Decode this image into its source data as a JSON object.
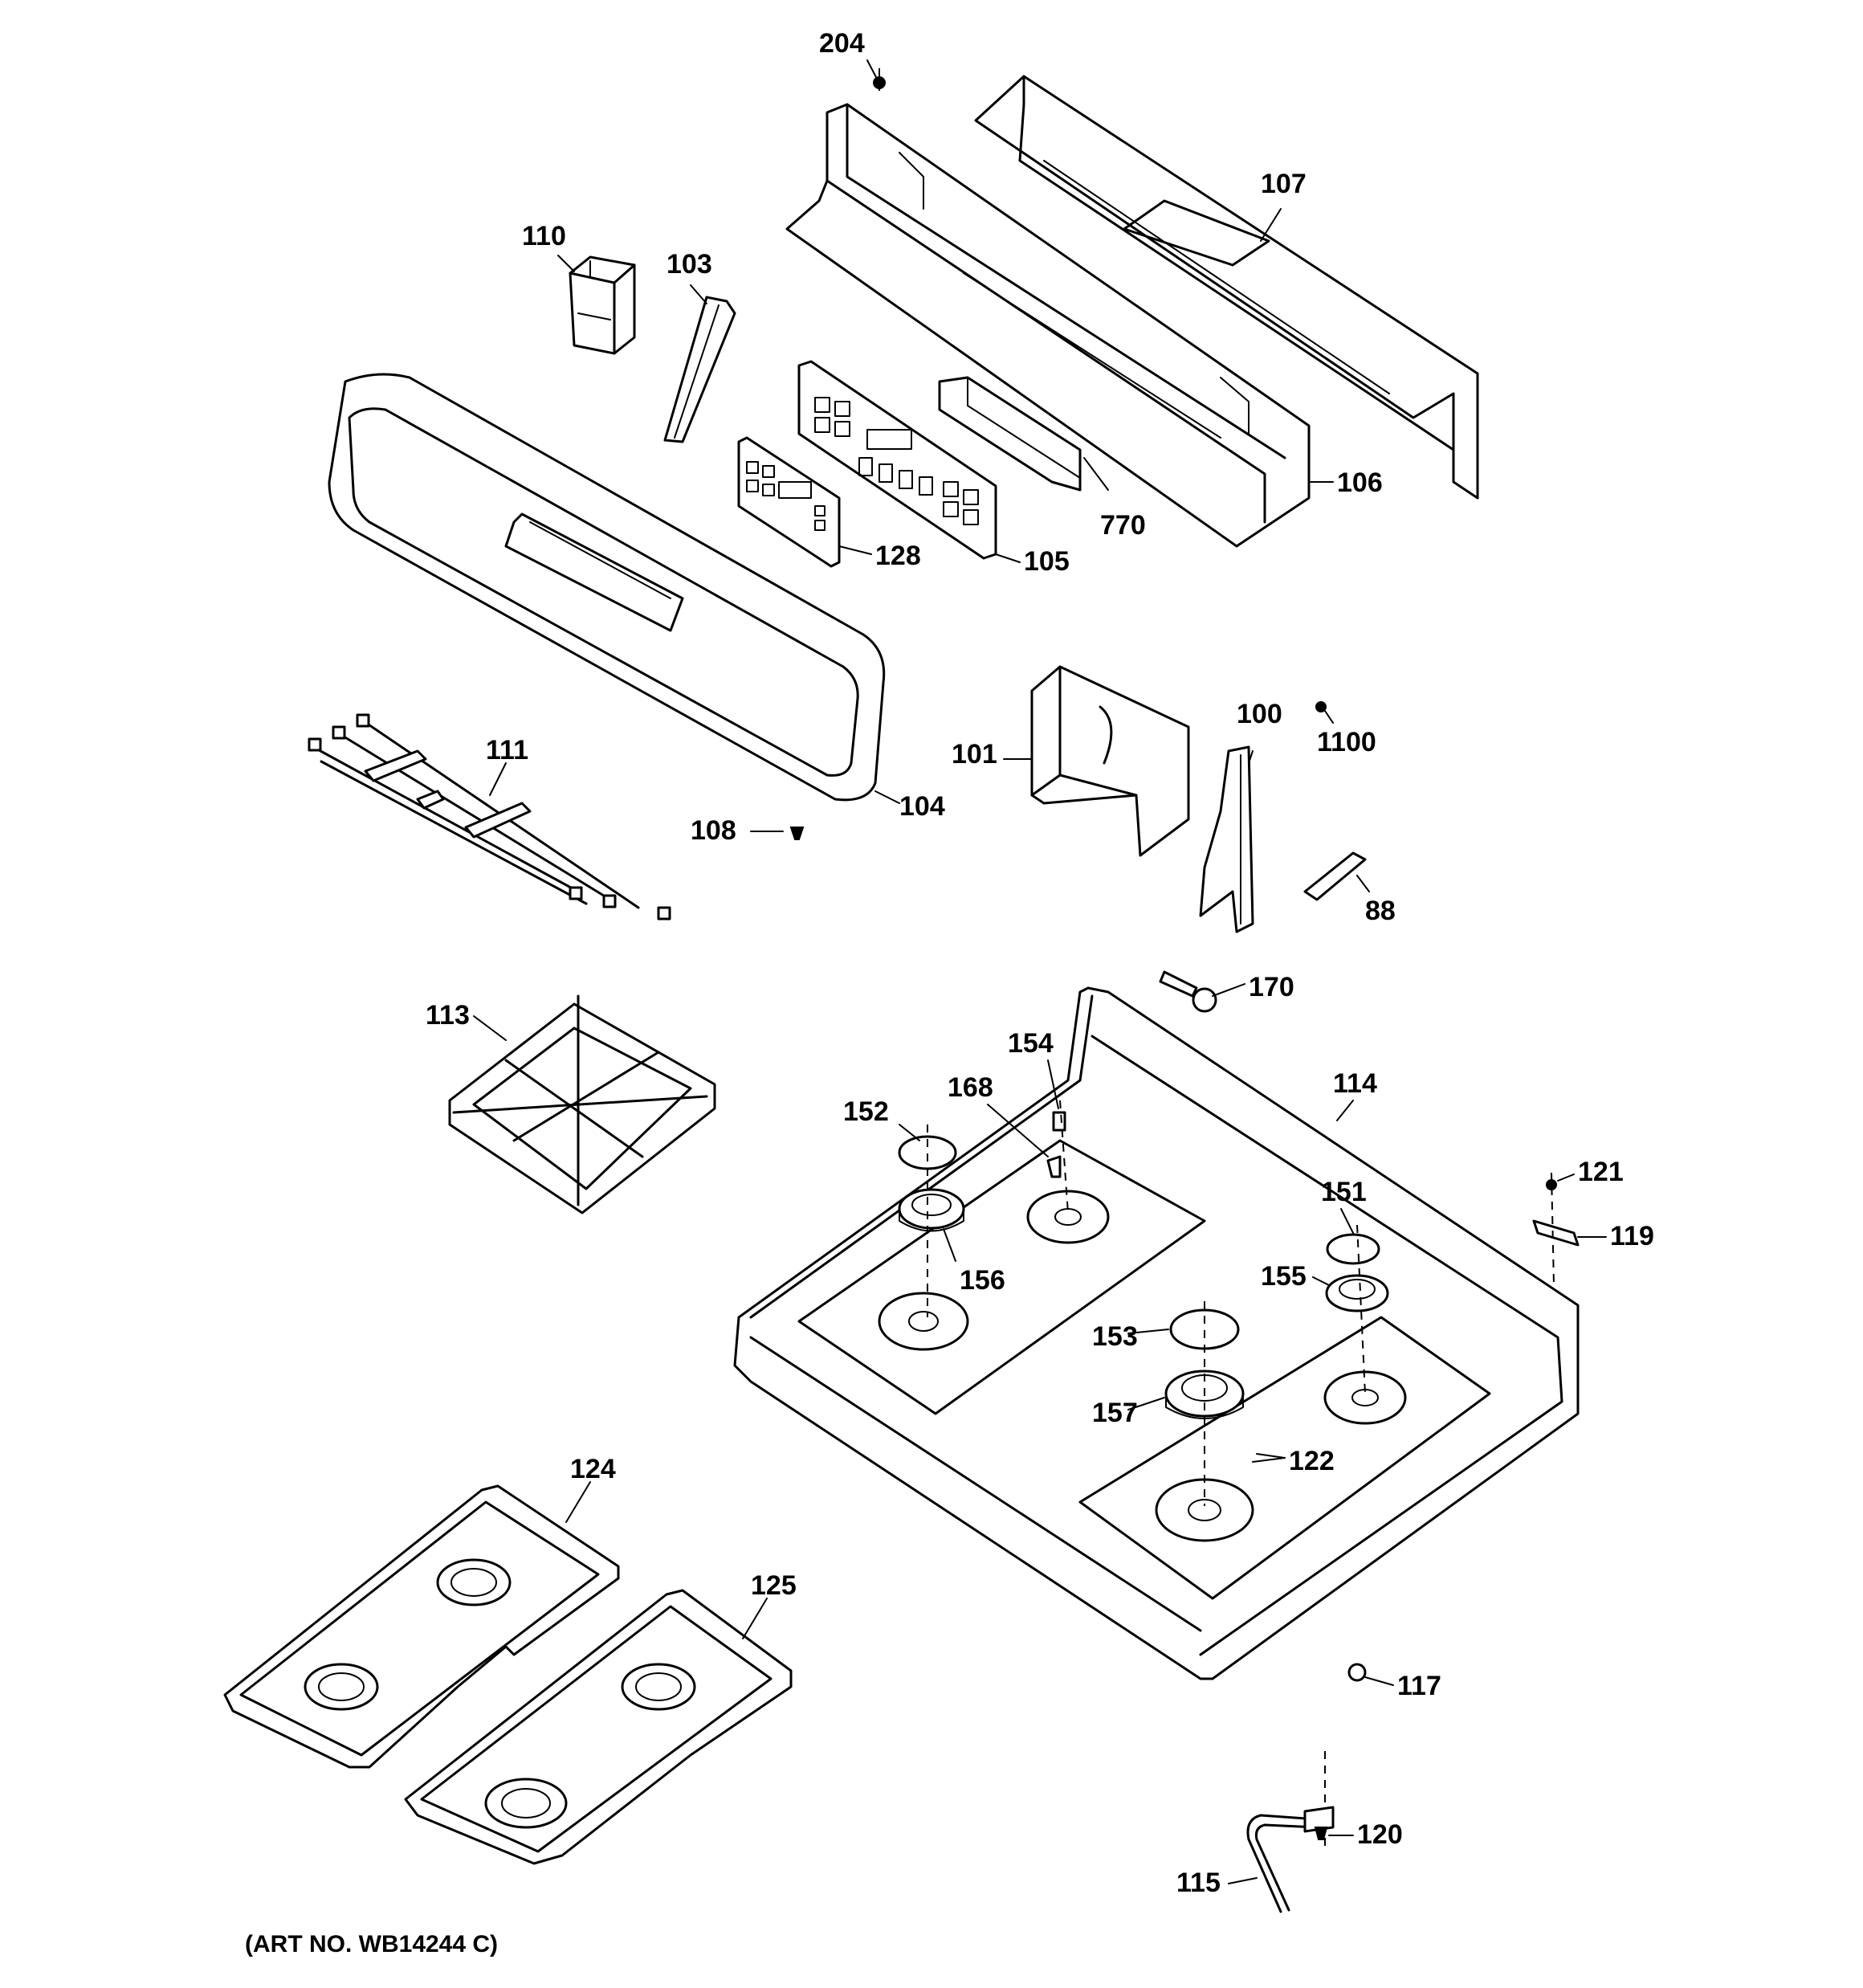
{
  "diagram": {
    "art_number": "(ART NO. WB14244 C)",
    "labels": {
      "p204": "204",
      "p107": "107",
      "p110": "110",
      "p103": "103",
      "p106": "106",
      "p770": "770",
      "p128": "128",
      "p105": "105",
      "p111": "111",
      "p101": "101",
      "p100": "100",
      "p1100": "1100",
      "p104": "104",
      "p108": "108",
      "p88": "88",
      "p170": "170",
      "p113": "113",
      "p154": "154",
      "p114": "114",
      "p168": "168",
      "p152": "152",
      "p121": "121",
      "p151": "151",
      "p119": "119",
      "p156": "156",
      "p155": "155",
      "p153": "153",
      "p157": "157",
      "p122": "122",
      "p124": "124",
      "p125": "125",
      "p117": "117",
      "p120": "120",
      "p115": "115"
    }
  }
}
